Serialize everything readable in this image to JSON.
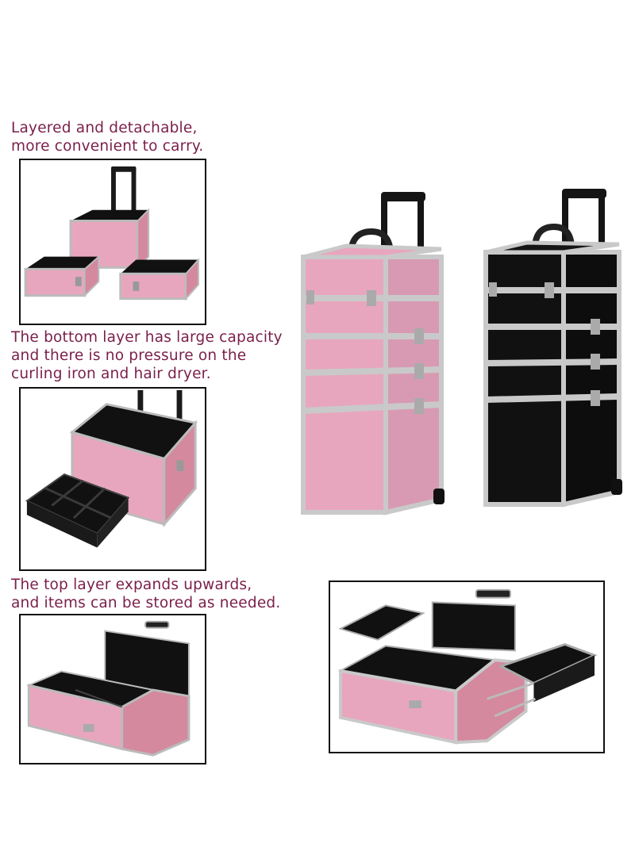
{
  "captions": {
    "layered": "Layered and detachable,\nmore convenient to carry.",
    "bottom_layer": "The bottom layer has large capacity\nand there is no pressure on the\ncurling iron and hair dryer.",
    "top_layer": "The top layer expands upwards,\nand items can be stored as needed."
  },
  "product_colors": {
    "pink": "#e8a6be",
    "pink_shade": "#d4899f",
    "black": "#111111",
    "aluminum_trim": "#c9c9c9",
    "caption_text": "#7a1f4a"
  },
  "images": {
    "layered_detached": "three pink case layers separated, trolley handle extended",
    "bottom_layer_open": "pink case bottom layer open with black divider tray",
    "pink_trolley": "pink 4-tier trolley makeup case",
    "black_trolley": "black 4-tier trolley makeup case",
    "top_layer_open": "pink case top layer with expanded trays",
    "top_layer_full": "pink case fully expanded with cantilever trays"
  }
}
